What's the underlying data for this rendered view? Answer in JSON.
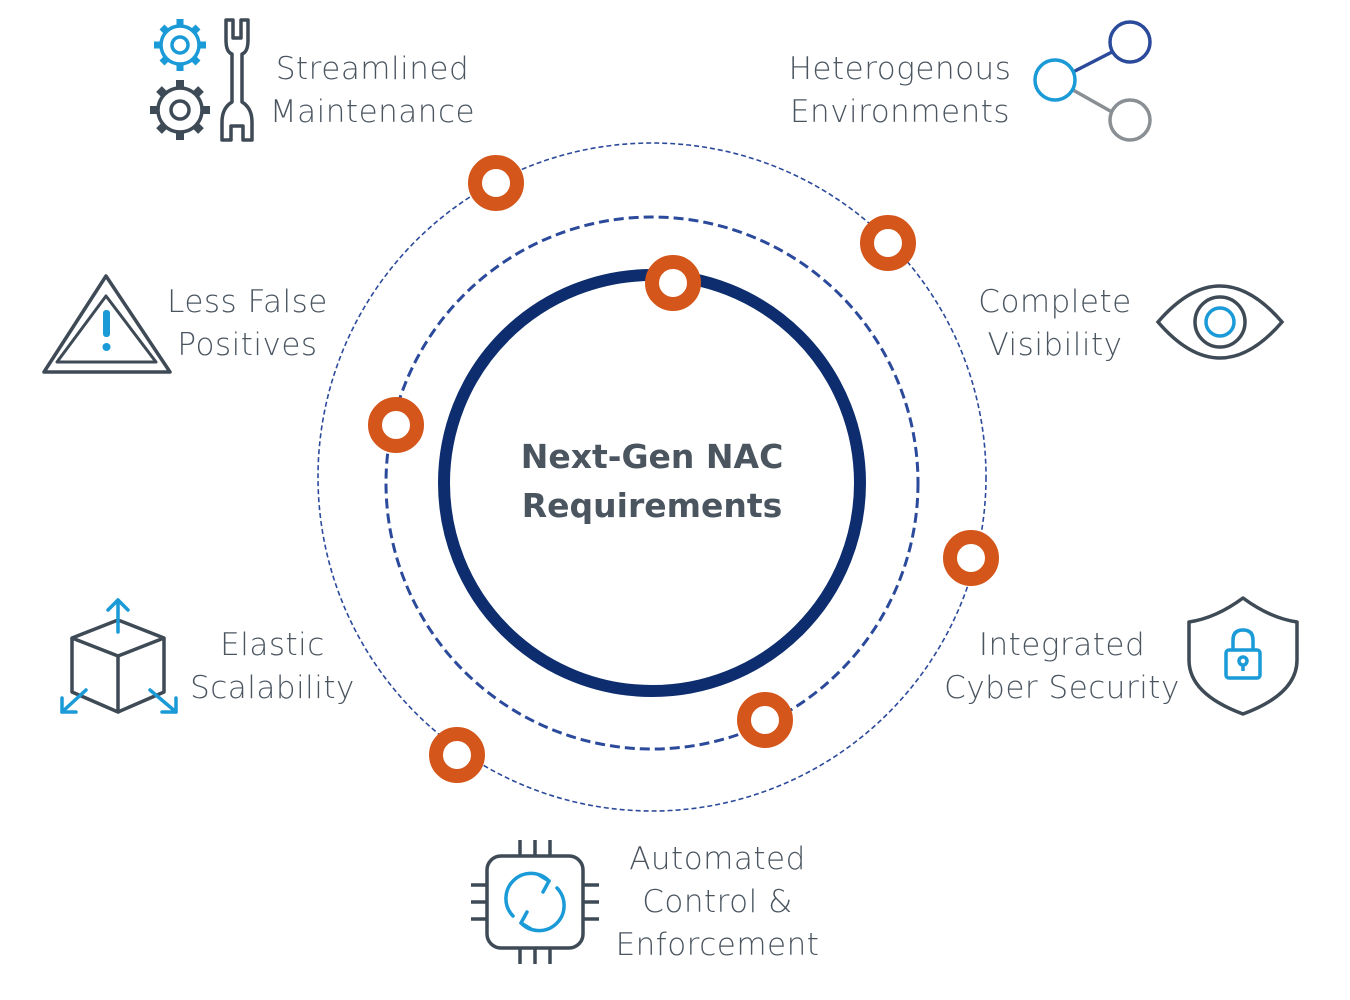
{
  "title": {
    "line1": "Next-Gen NAC",
    "line2": "Requirements"
  },
  "features": [
    {
      "id": "streamlined-maintenance",
      "lines": [
        "Streamlined",
        "Maintenance"
      ],
      "icon": "gears-wrench-icon"
    },
    {
      "id": "heterogenous-environments",
      "lines": [
        "Heterogenous",
        "Environments"
      ],
      "icon": "share-nodes-icon"
    },
    {
      "id": "less-false-positives",
      "lines": [
        "Less False",
        "Positives"
      ],
      "icon": "warning-triangle-icon"
    },
    {
      "id": "complete-visibility",
      "lines": [
        "Complete",
        "Visibility"
      ],
      "icon": "eye-icon"
    },
    {
      "id": "elastic-scalability",
      "lines": [
        "Elastic",
        "Scalability"
      ],
      "icon": "expanding-cube-icon"
    },
    {
      "id": "integrated-cyber-security",
      "lines": [
        "Integrated",
        "Cyber Security"
      ],
      "icon": "shield-lock-icon"
    },
    {
      "id": "automated-control",
      "lines": [
        "Automated",
        "Control &",
        "Enforcement"
      ],
      "icon": "chip-refresh-icon"
    }
  ],
  "colors": {
    "navy": "#0d2d6e",
    "dashed_blue": "#2b4a9b",
    "orange": "#d4561a",
    "text_gray": "#4a5560",
    "icon_dark": "#3e4a55",
    "icon_blue": "#1a9ad6",
    "icon_gray": "#8a8f94"
  }
}
